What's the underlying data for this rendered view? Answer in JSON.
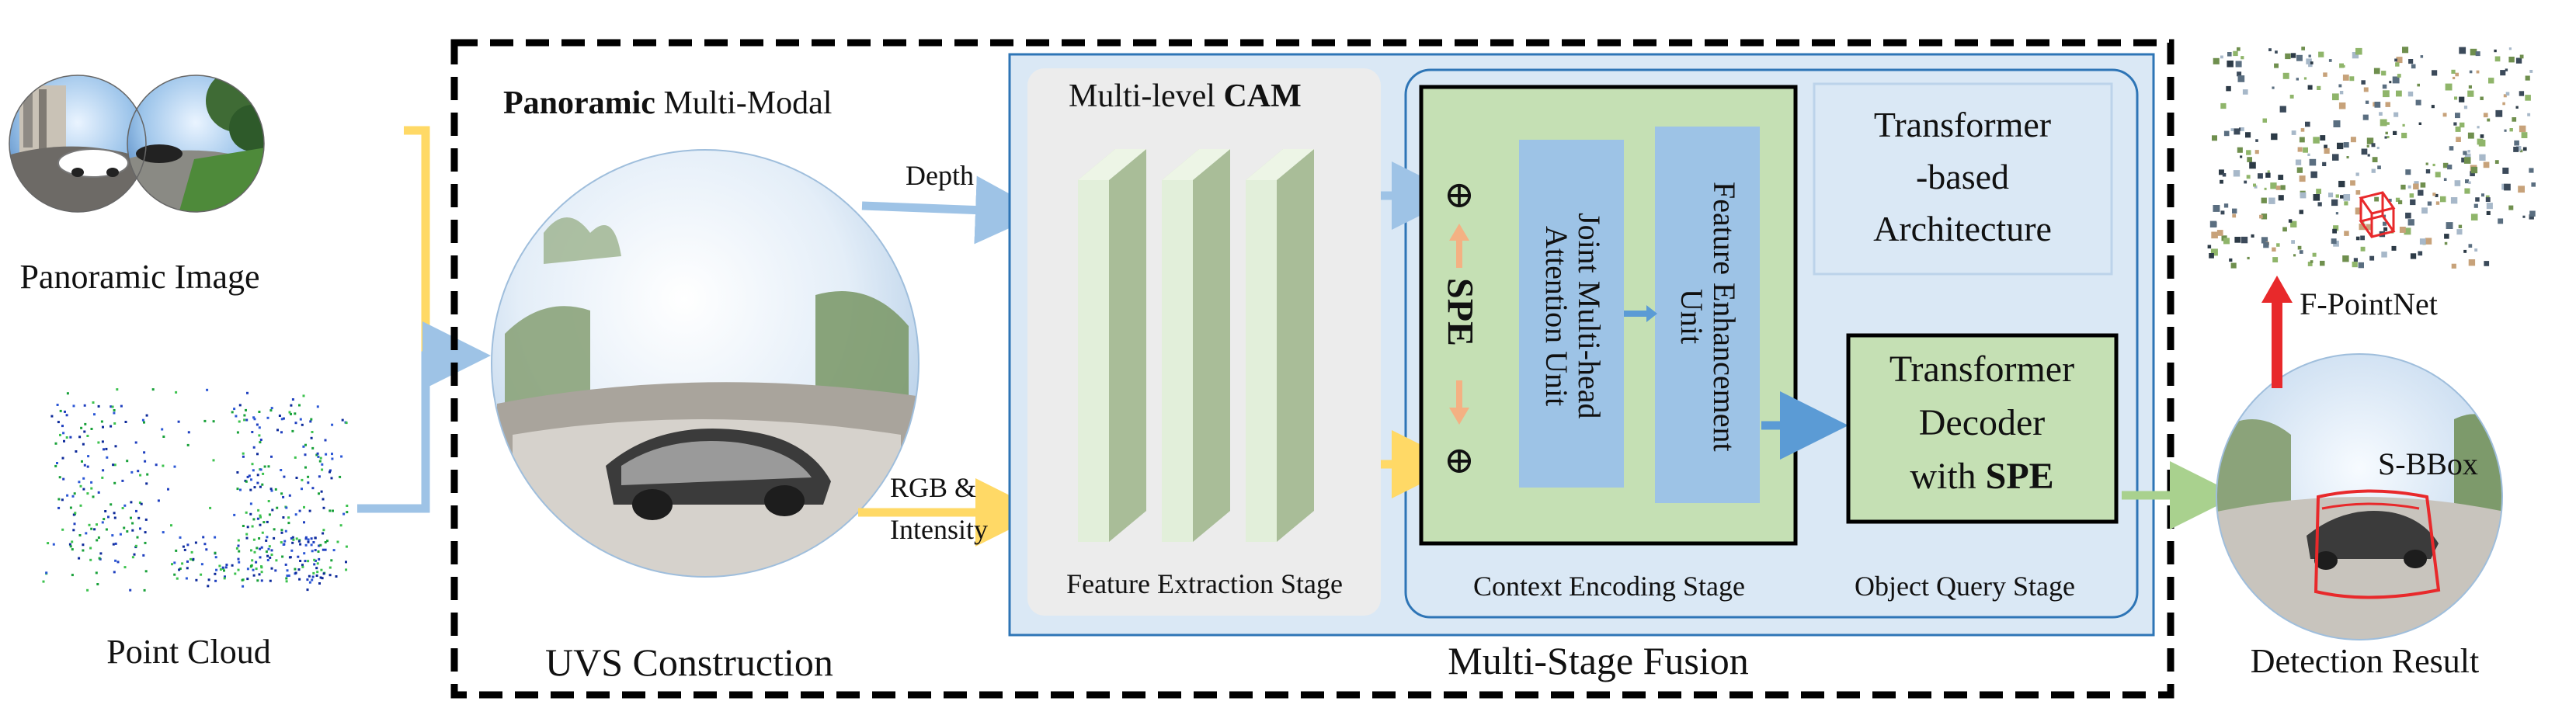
{
  "left": {
    "panoramic_image": "Panoramic Image",
    "point_cloud": "Point Cloud"
  },
  "uvs": {
    "title_bold": "Panoramic",
    "title_rest": " Multi-Modal",
    "depth": "Depth",
    "rgb_line1": "RGB &",
    "rgb_line2": "Intensity",
    "caption": "UVS Construction"
  },
  "cam": {
    "title_plain": "Multi-level ",
    "title_bold": "CAM",
    "stage": "Feature Extraction Stage"
  },
  "transformer": {
    "arch_line1": "Transformer",
    "arch_line2": "-based",
    "arch_line3": "Architecture",
    "spe": "SPE",
    "joint_line1": "Joint Multi-head",
    "joint_line2": "Attention Unit",
    "feat_line1": "Feature Enhancement",
    "feat_line2": "Unit",
    "decoder_line1": "Transformer",
    "decoder_line2": "Decoder",
    "decoder_line3_plain": "with ",
    "decoder_line3_bold": "SPE",
    "context_stage": "Context Encoding Stage",
    "query_stage": "Object Query Stage"
  },
  "fusion_caption": "Multi-Stage Fusion",
  "right": {
    "fpointnet": "F-PointNet",
    "sbbox": "S-BBox",
    "detection": "Detection Result"
  },
  "colors": {
    "depth_arrow": "#9ec3e6",
    "rgb_arrow": "#ffd966",
    "spe_arrow": "#f4b183",
    "output_arrow": "#a9d18e",
    "detection_box": "#e8292b",
    "encoder_fill": "#c5e0b4",
    "unit_fill": "#9dc3e6",
    "outer_fill": "#dae8f5"
  }
}
